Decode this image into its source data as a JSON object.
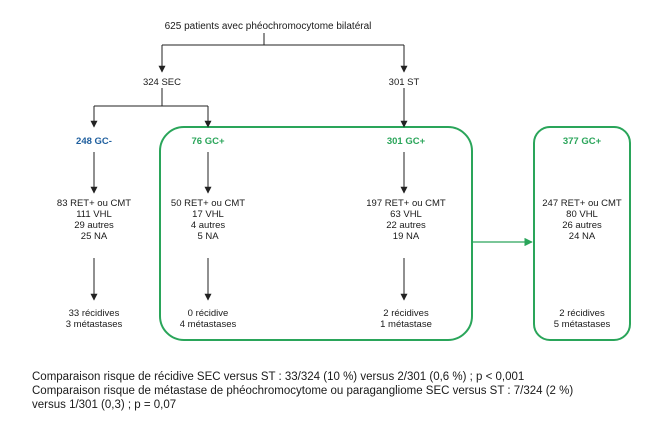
{
  "root": "625 patients avec phéochromocytome bilatéral",
  "sec": "324 SEC",
  "st": "301 ST",
  "col1": {
    "header": "248 GC-",
    "genetics": [
      "83 RET+ ou CMT",
      "111 VHL",
      "29 autres",
      "25 NA"
    ],
    "outcome": [
      "33 récidives",
      "3 métastases"
    ]
  },
  "col2": {
    "header": "76 GC+",
    "genetics": [
      "50 RET+ ou CMT",
      "17 VHL",
      "4 autres",
      "5 NA"
    ],
    "outcome": [
      "0 récidive",
      "4 métastases"
    ]
  },
  "col3": {
    "header": "301 GC+",
    "genetics": [
      "197 RET+ ou CMT",
      "63 VHL",
      "22 autres",
      "19 NA"
    ],
    "outcome": [
      "2 récidives",
      "1 métastase"
    ]
  },
  "col4": {
    "header": "377 GC+",
    "genetics": [
      "247 RET+ ou CMT",
      "80 VHL",
      "26 autres",
      "24 NA"
    ],
    "outcome": [
      "2 récidives",
      "5 métastases"
    ]
  },
  "stats": {
    "line1": "Comparaison risque de récidive SEC versus ST : 33/324 (10 %) versus 2/301 (0,6 %) ; p < 0,001",
    "line2": "Comparaison risque de métastase de phéochromocytome  ou paragangliome SEC versus ST : 7/324 (2 %)",
    "line3": "versus 1/301 (0,3) ; p = 0,07"
  },
  "colors": {
    "green": "#2aa55a",
    "blue": "#1f5f9e",
    "line": "#222222"
  }
}
